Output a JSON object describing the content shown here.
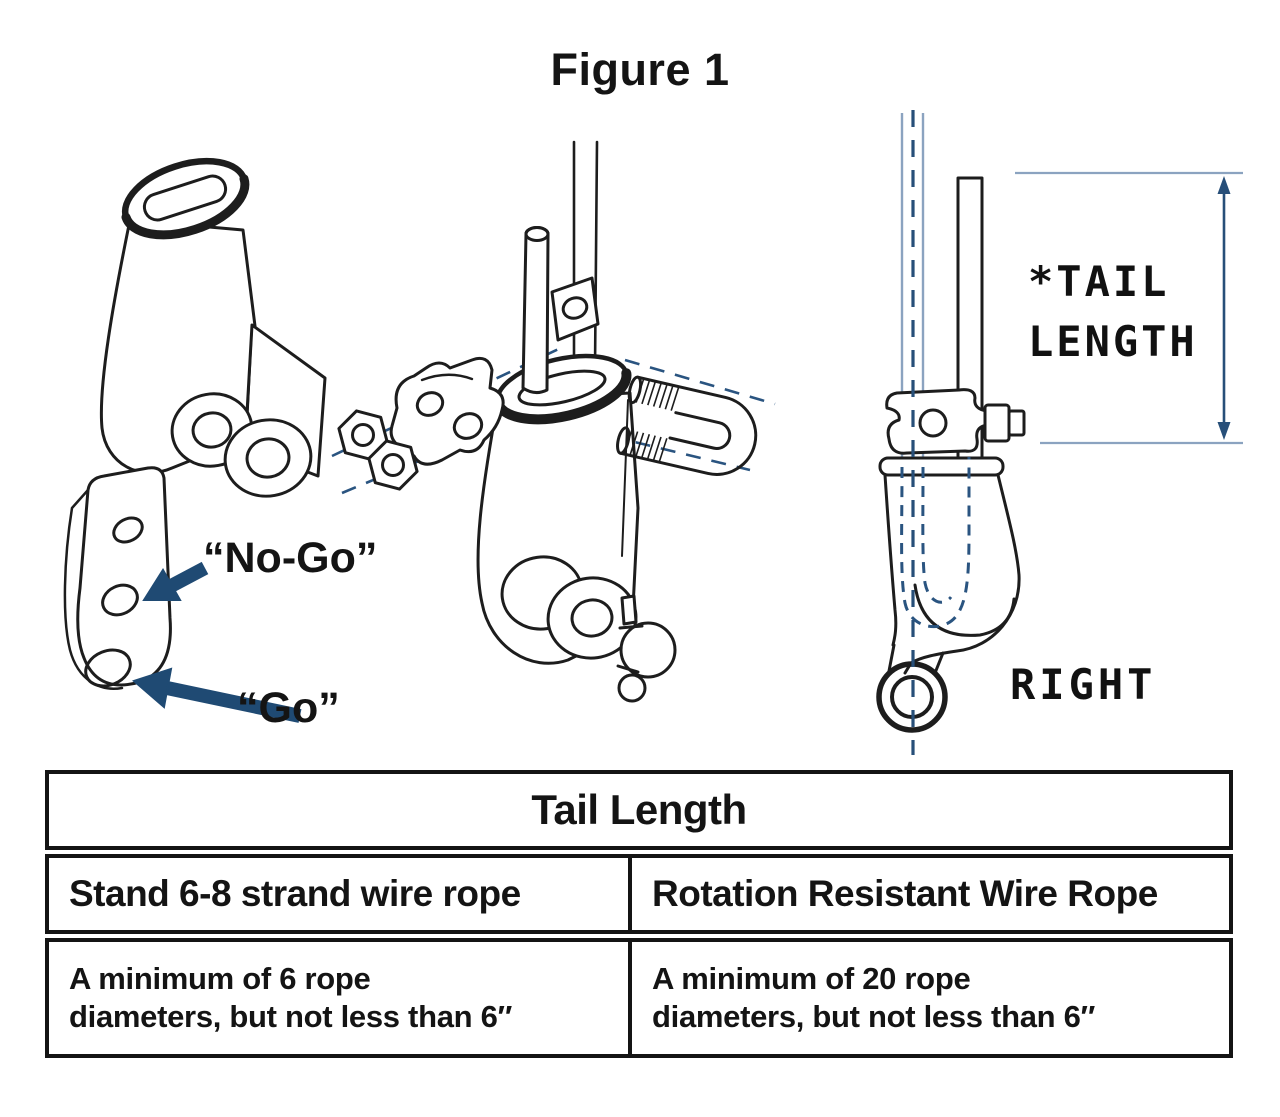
{
  "figure": {
    "title": "Figure 1"
  },
  "annotations": {
    "no_go_label": "“No-Go”",
    "go_label": "“Go”",
    "tail_length_line1": "*TAIL",
    "tail_length_line2": "LENGTH",
    "right_label": "RIGHT"
  },
  "table": {
    "title": "Tail Length",
    "columns": [
      {
        "header": "Stand 6-8 strand wire rope",
        "value": "A minimum of 6 rope\ndiameters, but not less than 6″"
      },
      {
        "header": "Rotation Resistant Wire Rope",
        "value": "A minimum of 20 rope\ndiameters, but not less than 6″"
      }
    ]
  },
  "colors": {
    "ink": "#1d1d1d",
    "navy_accent": "#1f4a73",
    "dash_blue": "#2a5480",
    "light_blue": "#8ba3c0",
    "background": "#ffffff"
  }
}
